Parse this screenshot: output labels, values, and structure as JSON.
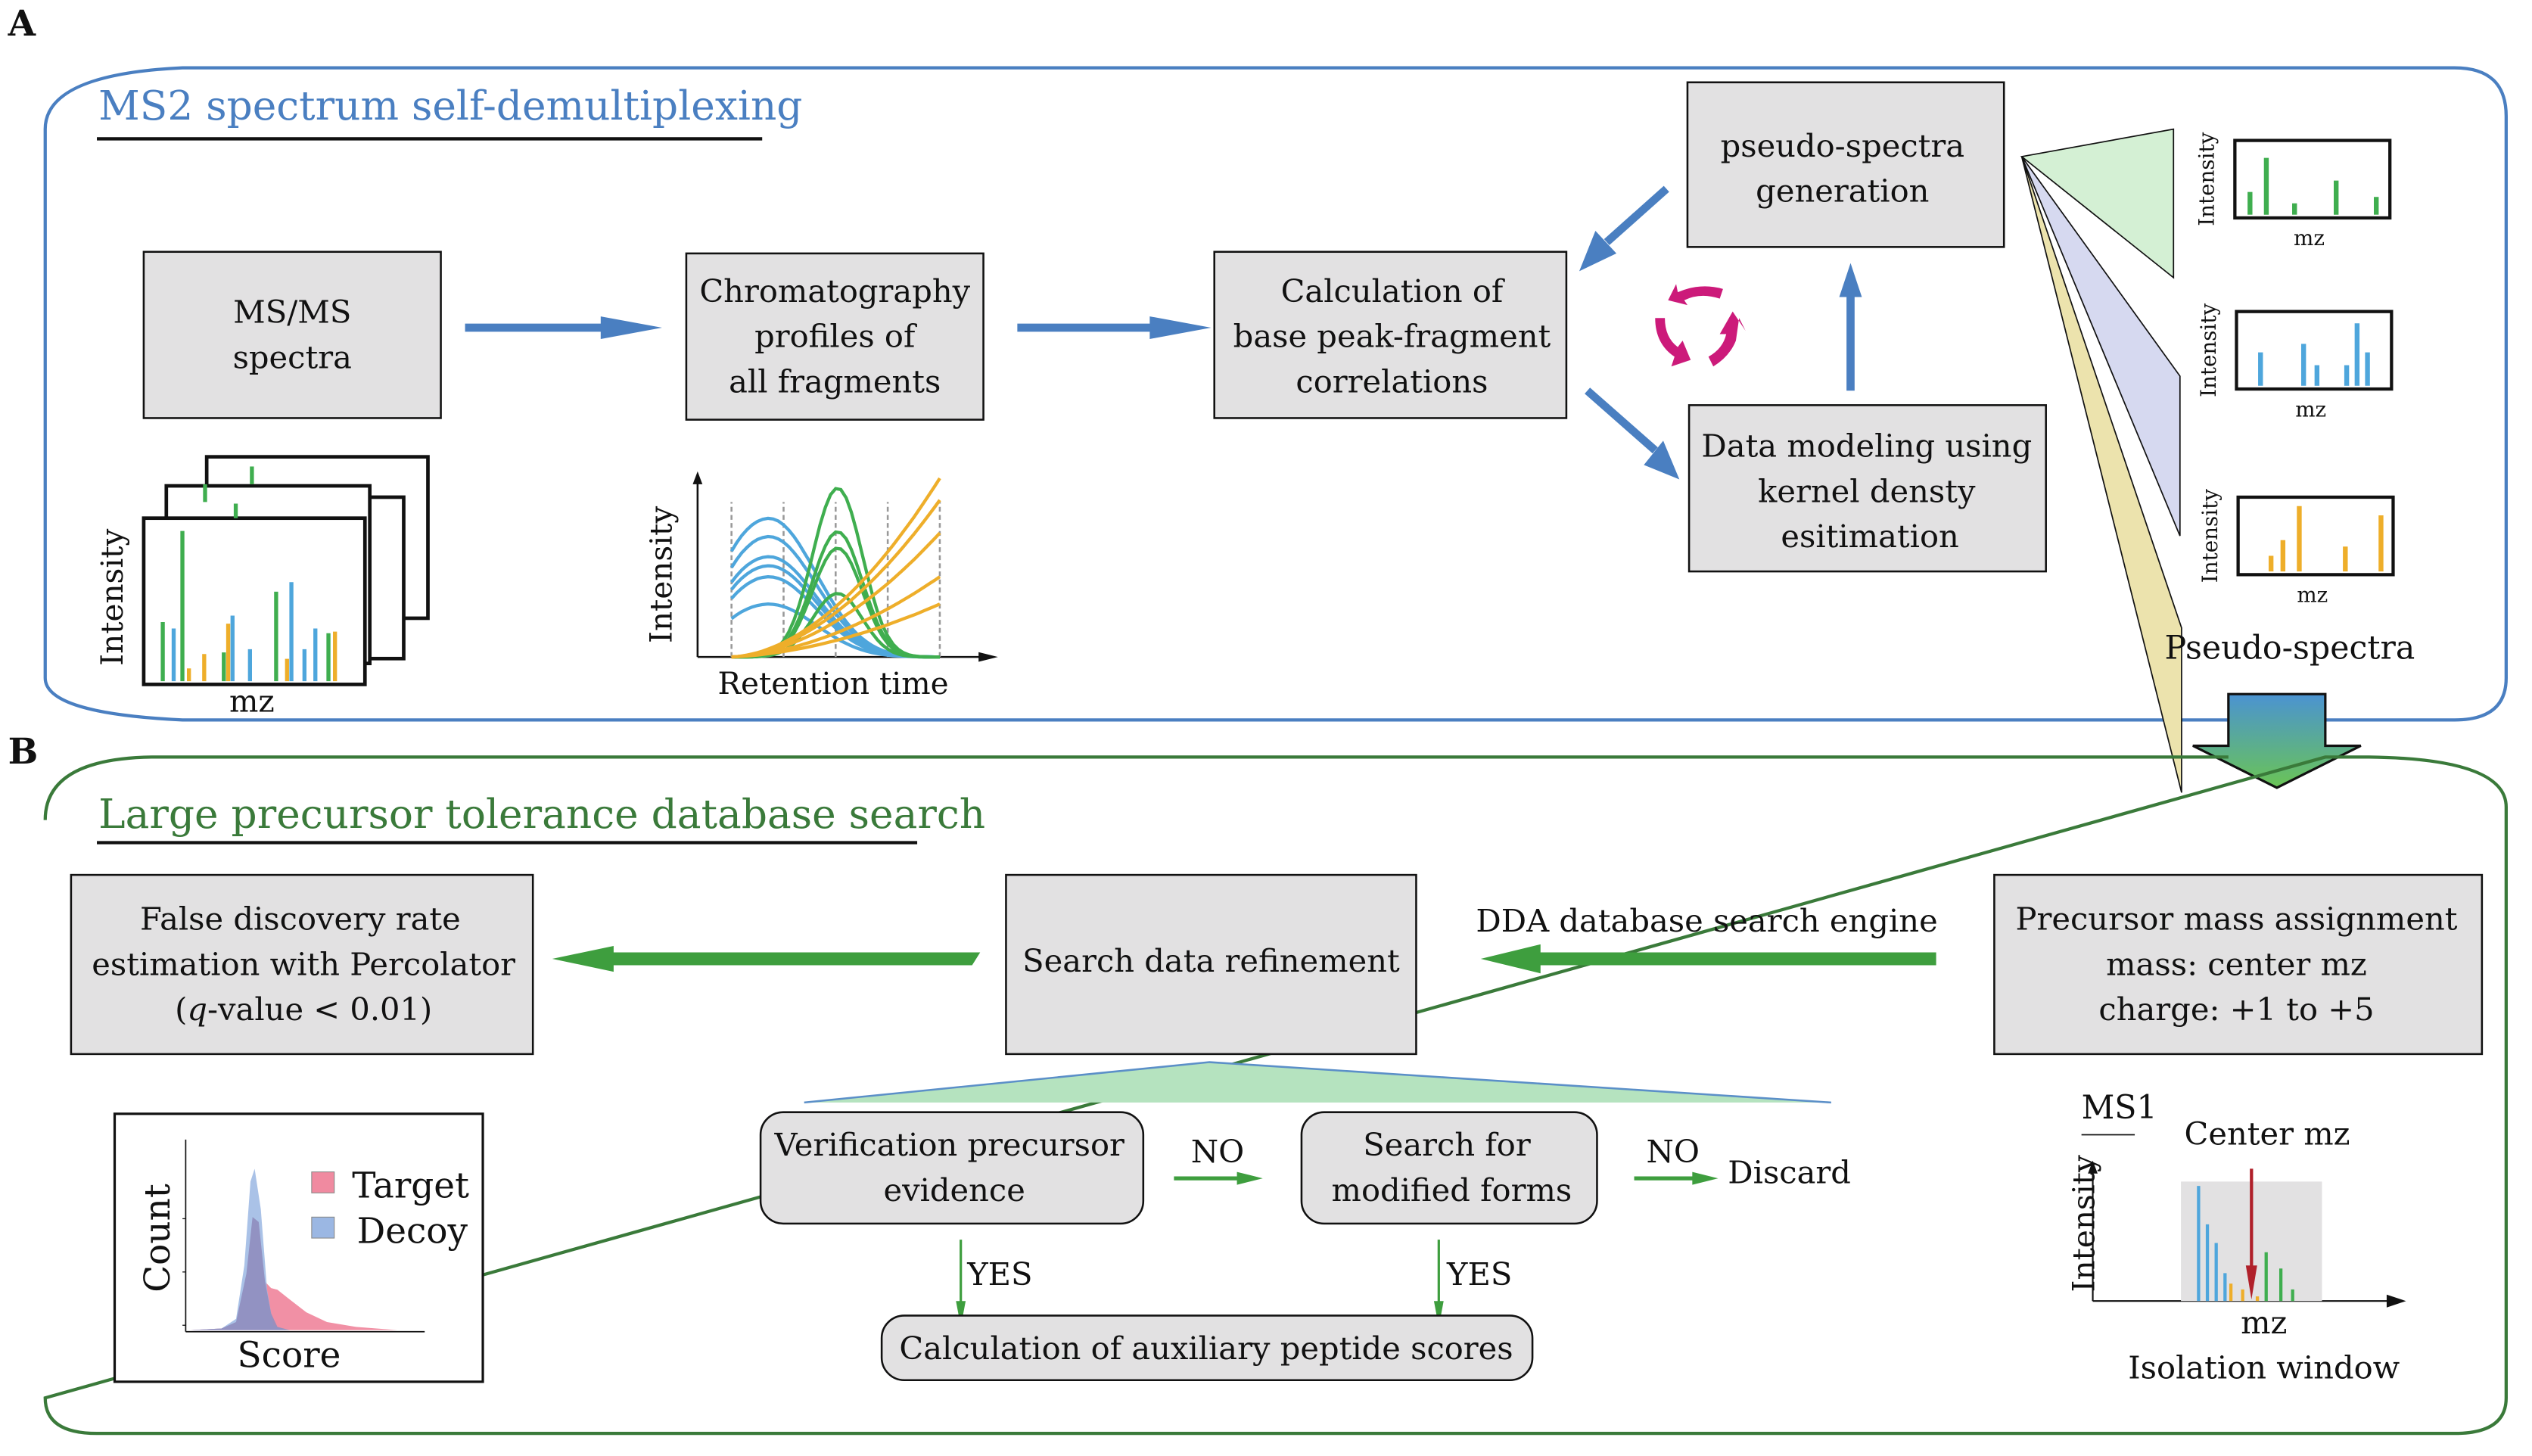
{
  "colors": {
    "panel_a_border": "#4a7fc1",
    "panel_a_title": "#4a7fc1",
    "panel_b_border": "#3a7a3a",
    "panel_b_title": "#3a7a3a",
    "blue_arrow": "#4a7fc1",
    "green_arrow": "#3e9e3e",
    "cycle": "#cc1a7a",
    "box_fill": "#e2e1e2",
    "peak_green": "#3fae4f",
    "peak_blue": "#4ea6dc",
    "peak_orange": "#eeae2a",
    "fan_green": "#d4f0d4",
    "fan_blue": "#d6d9f0",
    "fan_yellow": "#ece3ad",
    "target": "#f08aa0",
    "decoy": "#9bb7e3",
    "overlap": "#8f8fbf",
    "isolation_window": "#e2e1e2",
    "center_arrow": "#b0202a",
    "triangle_fill": "#b5e3bf",
    "triangle_stroke": "#5b8fc8"
  },
  "panel_a": {
    "letter": "A",
    "title": "MS2 spectrum self-demultiplexing",
    "boxes": {
      "msms": [
        "MS/MS",
        "spectra"
      ],
      "chromatography": [
        "Chromatography",
        "profiles of",
        "all fragments"
      ],
      "correlation": [
        "Calculation of",
        "base peak-fragment",
        "correlations"
      ],
      "pseudo_gen": [
        "pseudo-spectra",
        "generation"
      ],
      "kde": [
        "Data modeling using",
        "kernel densty",
        "esitimation"
      ]
    },
    "msms_plot": {
      "ylabel": "Intensity",
      "xlabel": "mz",
      "stacked_frames": 4
    },
    "chrom_plot": {
      "ylabel": "Intensity",
      "xlabel": "Retention time"
    },
    "pseudo_spectra": {
      "caption": "Pseudo-spectra",
      "plots": [
        {
          "ylabel": "Intensity",
          "xlabel": "mz",
          "color_key": "peak_green"
        },
        {
          "ylabel": "Intensity",
          "xlabel": "mz",
          "color_key": "peak_blue"
        },
        {
          "ylabel": "Intensity",
          "xlabel": "mz",
          "color_key": "peak_orange"
        }
      ]
    }
  },
  "panel_b": {
    "letter": "B",
    "title": "Large precursor tolerance database search",
    "boxes": {
      "fdr": [
        "False discovery rate",
        "estimation with Percolator"
      ],
      "fdr_q_italic": "q",
      "fdr_q_rest": "-value < 0.01)",
      "fdr_q_open": "(",
      "refinement": [
        "Search data refinement"
      ],
      "precursor": [
        "Precursor mass assignment",
        "mass: center mz",
        "charge: +1 to +5"
      ],
      "verification": [
        "Verification precursor",
        "evidence"
      ],
      "modified": [
        "Search for",
        "modified forms"
      ],
      "auxiliary": [
        "Calculation of auxiliary peptide scores"
      ]
    },
    "dda_label": "DDA database search engine",
    "no_label_1": "NO",
    "no_label_2": "NO",
    "yes_label_1": "YES",
    "yes_label_2": "YES",
    "discard_label": "Discard",
    "ms1_plot": {
      "title": "MS1",
      "center_label": "Center mz",
      "ylabel": "Intensity",
      "xlabel": "mz",
      "caption": "Isolation window"
    }
  },
  "chart_data": [
    {
      "type": "bar",
      "title": "MS/MS spectra (front frame)",
      "xlabel": "mz",
      "ylabel": "Intensity",
      "grid": false,
      "ylim": [
        0,
        1
      ],
      "series": [
        {
          "name": "green",
          "x": [
            0.08,
            0.17,
            0.36,
            0.6,
            0.84
          ],
          "values": [
            0.37,
            0.94,
            0.18,
            0.56,
            0.3
          ]
        },
        {
          "name": "blue",
          "x": [
            0.13,
            0.4,
            0.48,
            0.67,
            0.73,
            0.78
          ],
          "values": [
            0.33,
            0.41,
            0.2,
            0.62,
            0.2,
            0.33
          ]
        },
        {
          "name": "orange",
          "x": [
            0.2,
            0.27,
            0.38,
            0.65,
            0.87
          ],
          "values": [
            0.08,
            0.17,
            0.36,
            0.14,
            0.31
          ]
        }
      ]
    },
    {
      "type": "line",
      "title": "Chromatography profiles",
      "xlabel": "Retention time",
      "ylabel": "Intensity",
      "grid": true,
      "x": [
        0,
        0.25,
        0.5,
        0.75,
        1.0
      ],
      "xlim": [
        0,
        1
      ],
      "ylim": [
        0,
        1
      ],
      "series": [
        {
          "name": "blue-1",
          "color_key": "peak_blue",
          "peak_x": 0.18,
          "peak_y": 0.76,
          "start_y": 0.58
        },
        {
          "name": "blue-2",
          "color_key": "peak_blue",
          "peak_x": 0.18,
          "peak_y": 0.66,
          "start_y": 0.49
        },
        {
          "name": "blue-3",
          "color_key": "peak_blue",
          "peak_x": 0.18,
          "peak_y": 0.55,
          "start_y": 0.41
        },
        {
          "name": "blue-4",
          "color_key": "peak_blue",
          "peak_x": 0.18,
          "peak_y": 0.5,
          "start_y": 0.37
        },
        {
          "name": "blue-5",
          "color_key": "peak_blue",
          "peak_x": 0.18,
          "peak_y": 0.44,
          "start_y": 0.32
        },
        {
          "name": "blue-6",
          "color_key": "peak_blue",
          "peak_x": 0.18,
          "peak_y": 0.29,
          "start_y": 0.21
        },
        {
          "name": "green-1",
          "color_key": "peak_green",
          "peak_x": 0.51,
          "peak_y": 0.93,
          "start_y": 0
        },
        {
          "name": "green-2",
          "color_key": "peak_green",
          "peak_x": 0.51,
          "peak_y": 0.69,
          "start_y": 0
        },
        {
          "name": "green-3",
          "color_key": "peak_green",
          "peak_x": 0.51,
          "peak_y": 0.6,
          "start_y": 0
        },
        {
          "name": "green-4",
          "color_key": "peak_green",
          "peak_x": 0.51,
          "peak_y": 0.35,
          "start_y": 0
        },
        {
          "name": "orange-1",
          "color_key": "peak_orange",
          "end_y": 0.98
        },
        {
          "name": "orange-2",
          "color_key": "peak_orange",
          "end_y": 0.86
        },
        {
          "name": "orange-3",
          "color_key": "peak_orange",
          "end_y": 0.68
        },
        {
          "name": "orange-4",
          "color_key": "peak_orange",
          "end_y": 0.44
        },
        {
          "name": "orange-5",
          "color_key": "peak_orange",
          "end_y": 0.29
        }
      ]
    },
    {
      "type": "bar",
      "title": "Pseudo-spectrum 1",
      "xlabel": "mz",
      "ylabel": "Intensity",
      "ylim": [
        0,
        1
      ],
      "series": [
        {
          "name": "green",
          "x": [
            0.08,
            0.19,
            0.38,
            0.66,
            0.93
          ],
          "values": [
            0.32,
            0.8,
            0.16,
            0.48,
            0.25
          ]
        }
      ]
    },
    {
      "type": "bar",
      "title": "Pseudo-spectrum 2",
      "xlabel": "mz",
      "ylabel": "Intensity",
      "ylim": [
        0,
        1
      ],
      "series": [
        {
          "name": "blue",
          "x": [
            0.14,
            0.43,
            0.52,
            0.72,
            0.79,
            0.86
          ],
          "values": [
            0.47,
            0.59,
            0.29,
            0.29,
            0.88,
            0.47
          ]
        }
      ]
    },
    {
      "type": "bar",
      "title": "Pseudo-spectrum 3",
      "xlabel": "mz",
      "ylabel": "Intensity",
      "ylim": [
        0,
        1
      ],
      "series": [
        {
          "name": "orange",
          "x": [
            0.2,
            0.28,
            0.39,
            0.7,
            0.94
          ],
          "values": [
            0.22,
            0.44,
            0.92,
            0.35,
            0.79
          ]
        }
      ]
    },
    {
      "type": "area",
      "title": "Target-decoy score distribution",
      "xlabel": "Score",
      "ylabel": "Count",
      "legend": "top-right",
      "xlim": [
        0,
        1
      ],
      "ylim": [
        0,
        1
      ],
      "series": [
        {
          "name": "Target",
          "color_key": "target",
          "x": [
            0,
            0.15,
            0.22,
            0.27,
            0.3,
            0.33,
            0.36,
            0.39,
            0.42,
            0.48,
            0.56,
            0.66,
            0.8,
            1.0
          ],
          "values": [
            0,
            0.01,
            0.05,
            0.35,
            0.7,
            0.67,
            0.3,
            0.26,
            0.25,
            0.19,
            0.11,
            0.05,
            0.02,
            0
          ]
        },
        {
          "name": "Decoy",
          "color_key": "decoy",
          "x": [
            0,
            0.15,
            0.22,
            0.26,
            0.29,
            0.31,
            0.34,
            0.37,
            0.4,
            0.46,
            1.0
          ],
          "values": [
            0,
            0.01,
            0.07,
            0.4,
            0.92,
            1.0,
            0.75,
            0.25,
            0.03,
            0,
            0
          ]
        }
      ]
    },
    {
      "type": "bar",
      "title": "MS1 isolation window",
      "xlabel": "mz",
      "ylabel": "Intensity",
      "ylim": [
        0,
        1
      ],
      "isolation_window": [
        0.3,
        0.78
      ],
      "center_mz": 0.54,
      "series": [
        {
          "name": "blue",
          "x": [
            0.36,
            0.39,
            0.42,
            0.45
          ],
          "values": [
            0.99,
            0.66,
            0.5,
            0.24
          ]
        },
        {
          "name": "orange",
          "x": [
            0.47,
            0.51,
            0.56
          ],
          "values": [
            0.15,
            0.1,
            0.04
          ]
        },
        {
          "name": "green",
          "x": [
            0.59,
            0.64,
            0.68
          ],
          "values": [
            0.42,
            0.28,
            0.1
          ]
        }
      ]
    }
  ]
}
